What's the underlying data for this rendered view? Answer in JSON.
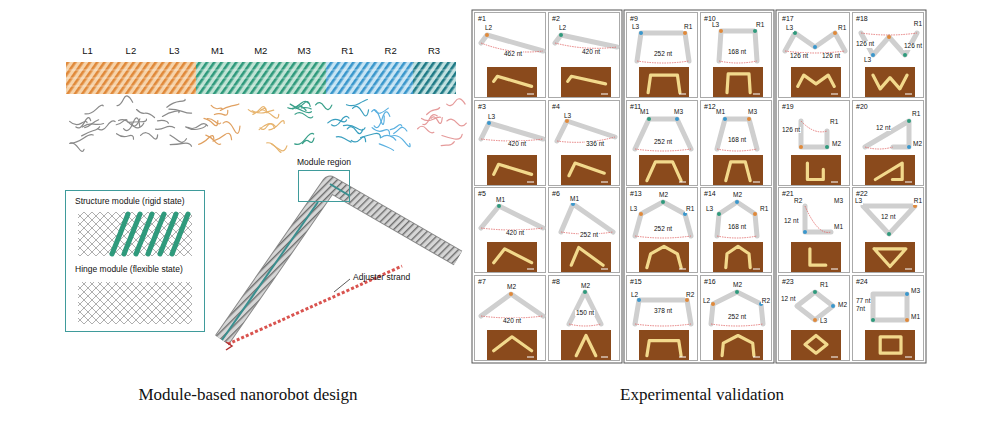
{
  "diagram": {
    "nodes": [
      {
        "text": [
          "Structure module (rigid state)",
          "Hinge module (flexible state)"
        ]
      },
      {
        "text": [
          "Module region"
        ]
      },
      {
        "text": [
          "#1",
          "L2",
          "462 nt"
        ]
      },
      {
        "text": [
          "#2",
          "L2",
          "420 nt"
        ]
      },
      {
        "text": [
          "#3",
          "L3",
          "420 nt"
        ]
      },
      {
        "text": [
          "#4",
          "L3",
          "336 nt"
        ]
      },
      {
        "text": [
          "#5",
          "M1",
          "420 nt"
        ]
      },
      {
        "text": [
          "#6",
          "M1",
          "252 nt"
        ]
      },
      {
        "text": [
          "#7",
          "M2",
          "420 nt"
        ]
      },
      {
        "text": [
          "#8",
          "M2",
          "150 nt"
        ]
      },
      {
        "text": [
          "#9",
          "L3",
          "R1",
          "252 nt"
        ]
      },
      {
        "text": [
          "#10",
          "L3",
          "R1",
          "168 nt"
        ]
      },
      {
        "text": [
          "#11",
          "M1",
          "M3",
          "252 nt"
        ]
      },
      {
        "text": [
          "#12",
          "M1",
          "M3",
          "168 nt"
        ]
      },
      {
        "text": [
          "#13",
          "L3",
          "M2",
          "R1",
          "252 nt"
        ]
      },
      {
        "text": [
          "#14",
          "L3",
          "M2",
          "R1",
          "168 nt"
        ]
      },
      {
        "text": [
          "#15",
          "L2",
          "R2",
          "378 nt"
        ]
      },
      {
        "text": [
          "#16",
          "L2",
          "M2",
          "R2",
          "252 nt"
        ]
      },
      {
        "text": [
          "#17",
          "L3",
          "R1",
          "126 nt",
          "126 nt"
        ]
      },
      {
        "text": [
          "#18",
          "R1",
          "L3",
          "126 nt",
          "126 nt"
        ]
      },
      {
        "text": [
          "#19",
          "R1",
          "M2",
          "126 nt"
        ]
      },
      {
        "text": [
          "#20",
          "R1",
          "M2",
          "12 nt"
        ]
      },
      {
        "text": [
          "#21",
          "R2",
          "M3",
          "M1",
          "12 nt"
        ]
      },
      {
        "text": [
          "#22",
          "L3",
          "R1",
          "12 nt"
        ]
      },
      {
        "text": [
          "#23",
          "R1",
          "M2",
          "L3",
          "12 nt"
        ]
      },
      {
        "text": [
          "#24",
          "M3",
          "M1",
          "77 nt",
          "7nt"
        ]
      }
    ],
    "labels": [
      "L1",
      "L2",
      "L3",
      "M1",
      "M2",
      "M3",
      "R1",
      "R2",
      "R3",
      "Adjuster strand",
      "Module-based nanorobot design",
      "Experimental validation"
    ]
  }
}
